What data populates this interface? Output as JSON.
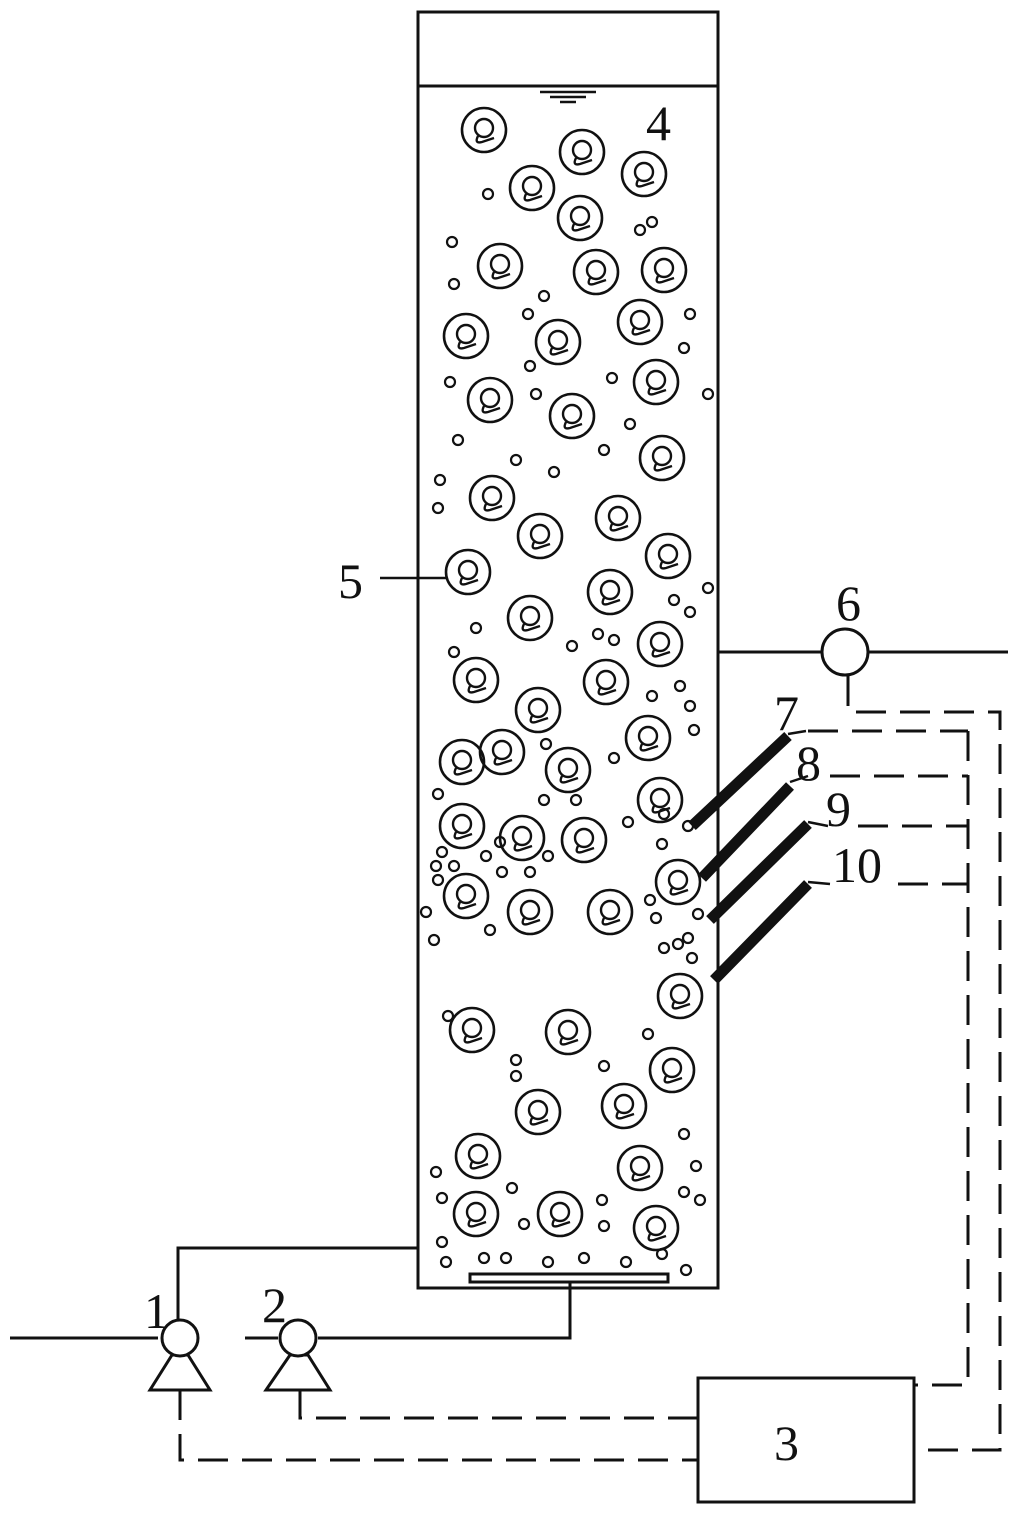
{
  "labels": {
    "pump1": "1",
    "pump2": "2",
    "controller": "3",
    "reactor": "4",
    "granule": "5",
    "valve": "6",
    "probe7": "7",
    "probe8": "8",
    "probe9": "9",
    "probe10": "10"
  },
  "colors": {
    "stroke": "#111111",
    "background": "#ffffff"
  }
}
